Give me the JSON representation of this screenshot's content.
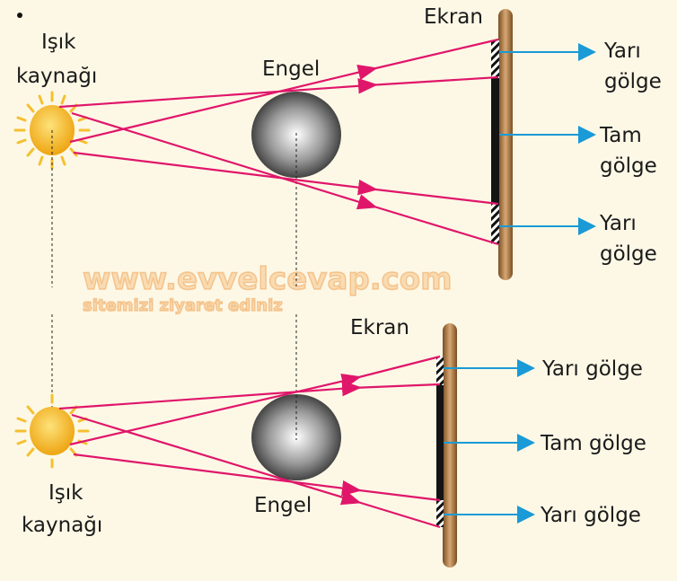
{
  "top_diagram": {
    "source_label_line1": "Işık",
    "source_label_line2": "kaynağı",
    "obstacle_label": "Engel",
    "screen_label": "Ekran",
    "regions": [
      {
        "line1": "Yarı",
        "line2": "gölge"
      },
      {
        "line1": "Tam",
        "line2": "gölge"
      },
      {
        "line1": "Yarı",
        "line2": "gölge"
      }
    ]
  },
  "bottom_diagram": {
    "source_label_line1": "Işık",
    "source_label_line2": "kaynağı",
    "obstacle_label": "Engel",
    "screen_label": "Ekran",
    "regions": [
      "Yarı gölge",
      "Tam gölge",
      "Yarı gölge"
    ]
  },
  "watermark": {
    "line1": "www.evvelcevap.com",
    "line2": "sitemizi ziyaret ediniz"
  },
  "colors": {
    "ray": "#e0166a",
    "arrow": "#1a9ad6",
    "sun": "#f5b81e",
    "screen": "#a0703c",
    "background": "#fdf8e6"
  }
}
